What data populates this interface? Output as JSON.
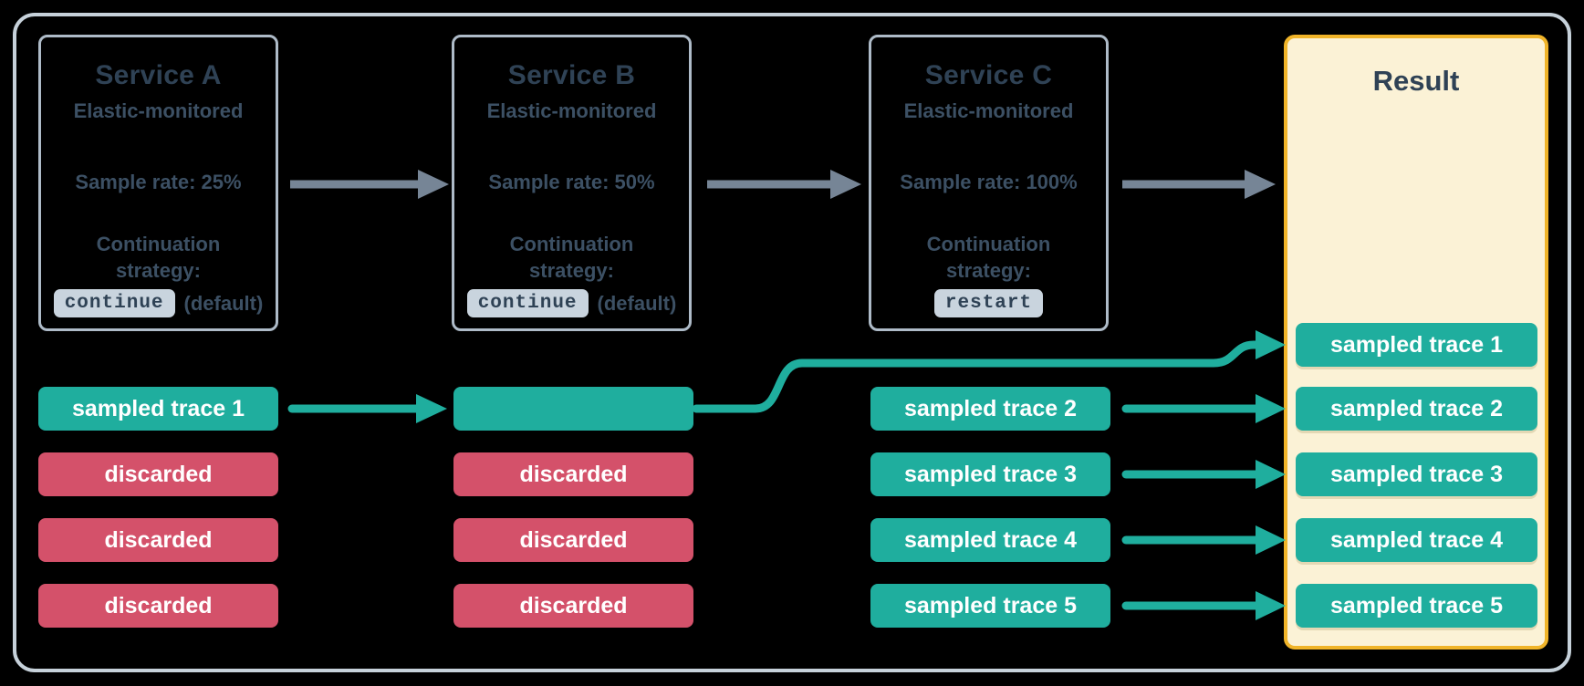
{
  "colors": {
    "frame-border": "#c6d1da",
    "service-border": "#aebbc8",
    "heading-text": "#2f4255",
    "body-text": "#3c5064",
    "code-bg": "#c9d4de",
    "teal": "#1fae9e",
    "red": "#d4516a",
    "gray-arrow": "#768596",
    "result-bg": "#fbf2d6",
    "result-border": "#f0b429"
  },
  "services": [
    {
      "title": "Service A",
      "monitoring": "Elastic-monitored",
      "sample_rate": "Sample rate: 25%",
      "continuation_label": "Continuation strategy:",
      "strategy": "continue",
      "strategy_note": "(default)"
    },
    {
      "title": "Service B",
      "monitoring": "Elastic-monitored",
      "sample_rate": "Sample rate: 50%",
      "continuation_label": "Continuation strategy:",
      "strategy": "continue",
      "strategy_note": "(default)"
    },
    {
      "title": "Service C",
      "monitoring": "Elastic-monitored",
      "sample_rate": "Sample rate: 100%",
      "continuation_label": "Continuation strategy:",
      "strategy": "restart",
      "strategy_note": ""
    }
  ],
  "lanes": {
    "service_a": [
      {
        "label": "sampled trace 1",
        "kind": "sampled"
      },
      {
        "label": "discarded",
        "kind": "discarded"
      },
      {
        "label": "discarded",
        "kind": "discarded"
      },
      {
        "label": "discarded",
        "kind": "discarded"
      }
    ],
    "service_b": [
      {
        "label": "",
        "kind": "sampled"
      },
      {
        "label": "discarded",
        "kind": "discarded"
      },
      {
        "label": "discarded",
        "kind": "discarded"
      },
      {
        "label": "discarded",
        "kind": "discarded"
      }
    ],
    "service_c": [
      {
        "label": "sampled trace 2",
        "kind": "sampled"
      },
      {
        "label": "sampled trace 3",
        "kind": "sampled"
      },
      {
        "label": "sampled trace 4",
        "kind": "sampled"
      },
      {
        "label": "sampled trace 5",
        "kind": "sampled"
      }
    ]
  },
  "result": {
    "title": "Result",
    "traces": [
      "sampled trace 1",
      "sampled trace 2",
      "sampled trace 3",
      "sampled trace 4",
      "sampled trace 5"
    ]
  }
}
